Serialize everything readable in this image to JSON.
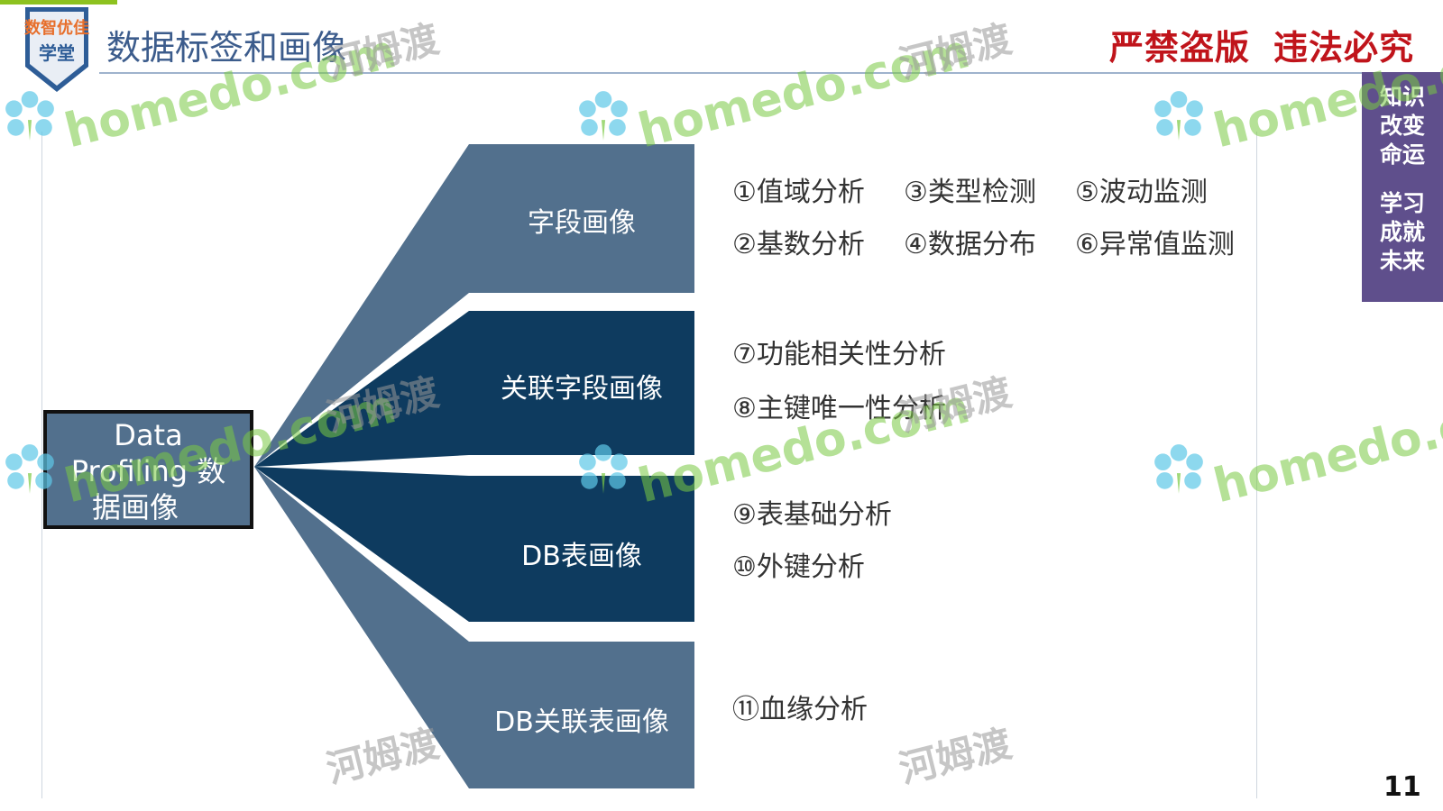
{
  "header": {
    "logo_line1": "数智优佳",
    "logo_line2": "学堂",
    "title": "数据标签和画像",
    "warning_left": "严禁盗版",
    "warning_right": "违法必究"
  },
  "side_panel": {
    "line1": "知识",
    "line2": "改变",
    "line3": "命运",
    "line4": "学习",
    "line5": "成就",
    "line6": "未来"
  },
  "diagram": {
    "root": {
      "line1": "Data",
      "line2": "Profiling 数",
      "line3": "据画像"
    },
    "branches": [
      {
        "label": "字段画像",
        "color": "#52708d"
      },
      {
        "label": "关联字段画像",
        "color": "#0e3b5f"
      },
      {
        "label": "DB表画像",
        "color": "#0e3b5f"
      },
      {
        "label": "DB关联表画像",
        "color": "#52708d"
      }
    ],
    "items": {
      "i1": "①值域分析",
      "i3": "③类型检测",
      "i5": "⑤波动监测",
      "i2": "②基数分析",
      "i4": "④数据分布",
      "i6": "⑥异常值监测",
      "i7": "⑦功能相关性分析",
      "i8": "⑧主键唯一性分析",
      "i9": "⑨表基础分析",
      "i10": "⑩外键分析",
      "i11": "⑪血缘分析"
    }
  },
  "page_number": "11",
  "watermarks": {
    "latin": "homedo.com",
    "cn": "河姆渡"
  }
}
